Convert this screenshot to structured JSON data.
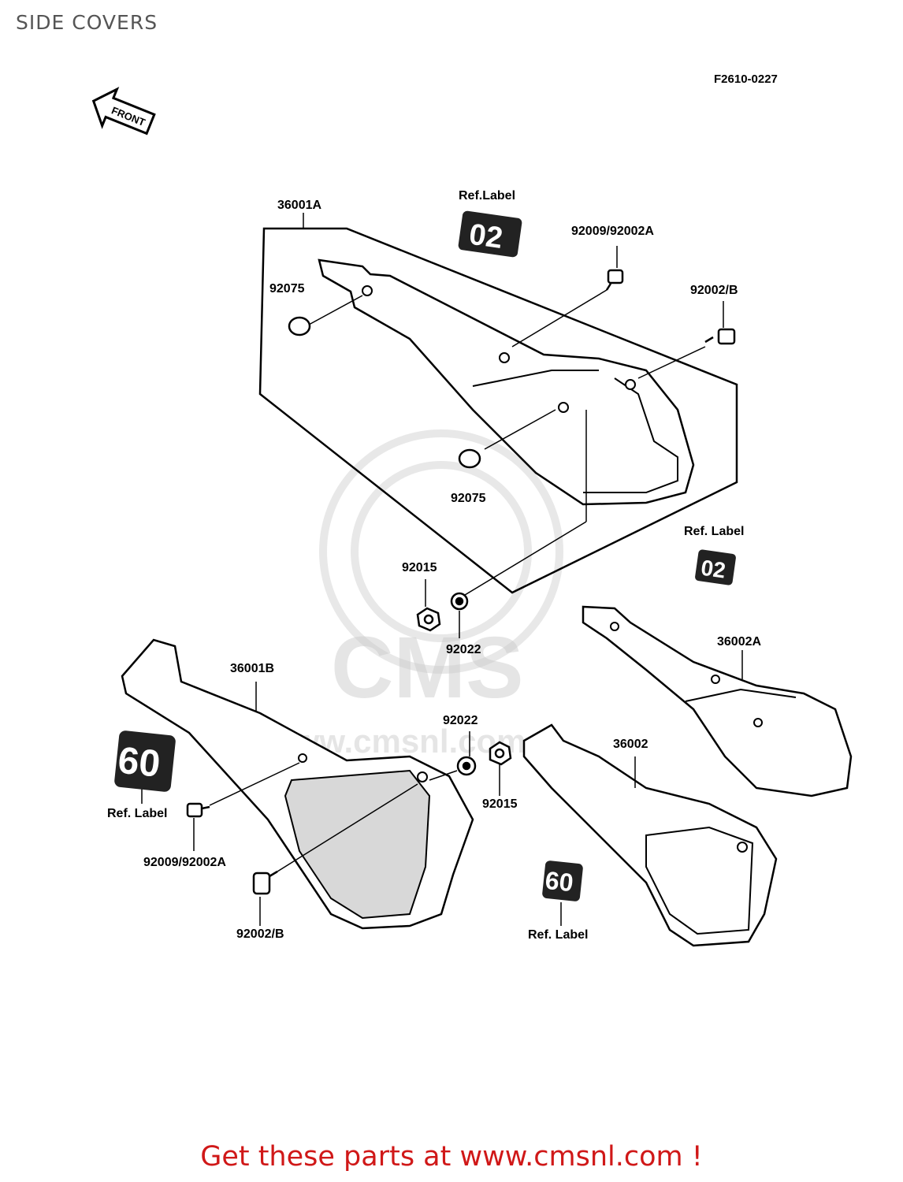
{
  "page": {
    "title": "SIDE COVERS",
    "figure_code": "F2610-0227",
    "footer": "Get these parts at www.cmsnl.com !",
    "front_arrow_label": "FRONT",
    "watermark": "CMS www.cmsnl.com"
  },
  "labels": {
    "p36001A": "36001A",
    "ref_label_top": "Ref.Label",
    "p92009_a": "92009/92002A",
    "p92075_a": "92075",
    "p92002B_a": "92002/B",
    "p92075_b": "92075",
    "ref_label_right": "Ref. Label",
    "p92015_a": "92015",
    "p92022_a": "92022",
    "p36002A": "36002A",
    "p36001B": "36001B",
    "p92022_b": "92022",
    "p36002": "36002",
    "ref_label_left": "Ref. Label",
    "p92015_b": "92015",
    "p92009_b": "92009/92002A",
    "p92002B_b": "92002/B",
    "ref_label_bottom": "Ref. Label"
  },
  "decals": {
    "d02_large": "02",
    "d02_small": "02",
    "d60_large": "60",
    "d60_small": "60"
  }
}
